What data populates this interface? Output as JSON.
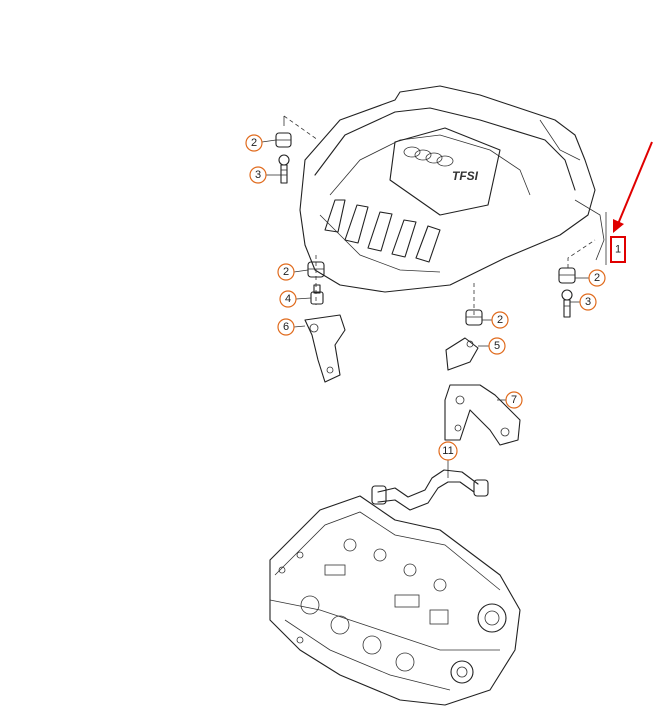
{
  "diagram": {
    "logo_text": "TFSI",
    "callouts": [
      "2",
      "3",
      "2",
      "4",
      "6",
      "2",
      "5",
      "7",
      "11",
      "2",
      "3"
    ],
    "highlighted_callout": "1",
    "colors": {
      "callout_ring": "#e06a1c",
      "highlight": "#e00000",
      "line": "#222222"
    }
  }
}
